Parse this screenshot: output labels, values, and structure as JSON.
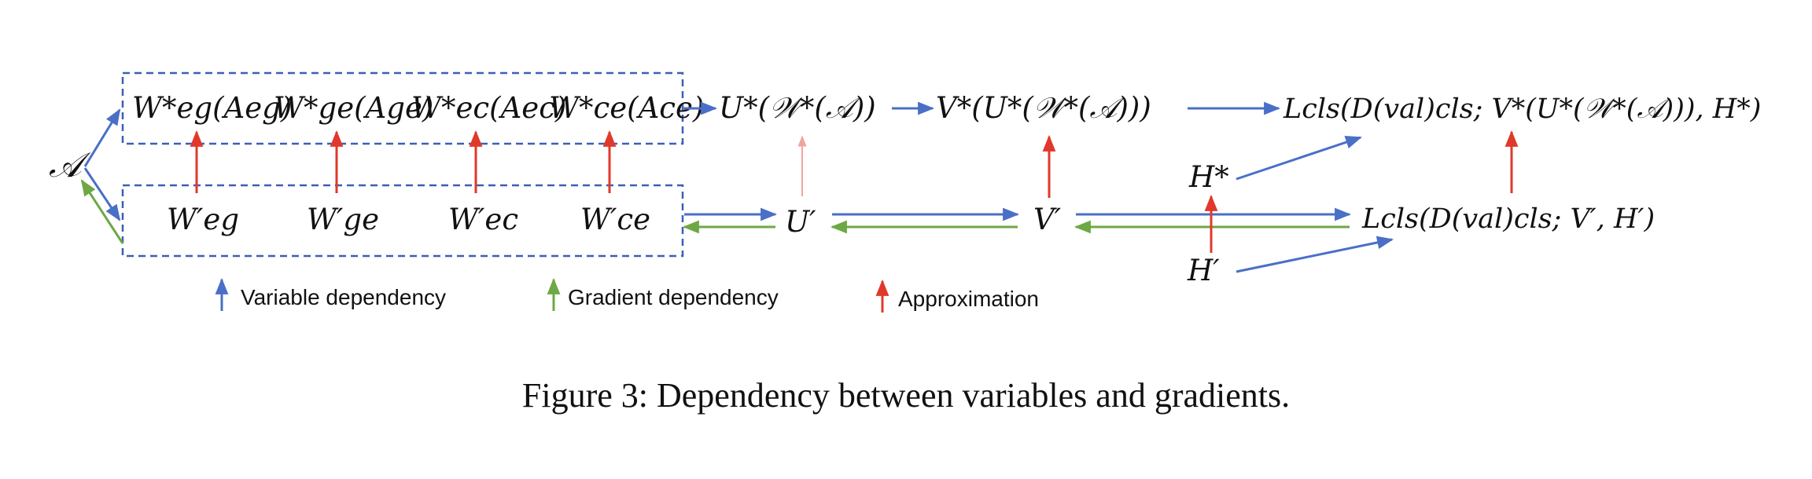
{
  "nodes": {
    "a": "𝒜",
    "w_eg_star": "W*eg(Aeg)",
    "w_ge_star": "W*ge(Age)",
    "w_ec_star": "W*ec(Aec)",
    "w_ce_star": "W*ce(Ace)",
    "u_star": "U*(𝒲*(𝒜))",
    "v_star": "V*(U*(𝒲*(𝒜)))",
    "l_star": "Lcls(D(val)cls; V*(U*(𝒲*(𝒜))), H*)",
    "h_star": "H*",
    "w_eg_prime": "W′eg",
    "w_ge_prime": "W′ge",
    "w_ec_prime": "W′ec",
    "w_ce_prime": "W′ce",
    "u_prime": "U′",
    "v_prime": "V′",
    "l_prime": "Lcls(D(val)cls; V′, H′)",
    "h_prime": "H′"
  },
  "legend": {
    "variable": "Variable dependency",
    "gradient": "Gradient dependency",
    "approx": "Approximation"
  },
  "colors": {
    "variable": "#4a6fc7",
    "gradient": "#6ea844",
    "approx": "#e0392b",
    "box": "#3b5fb8"
  },
  "caption": "Figure 3: Dependency between variables and gradients."
}
